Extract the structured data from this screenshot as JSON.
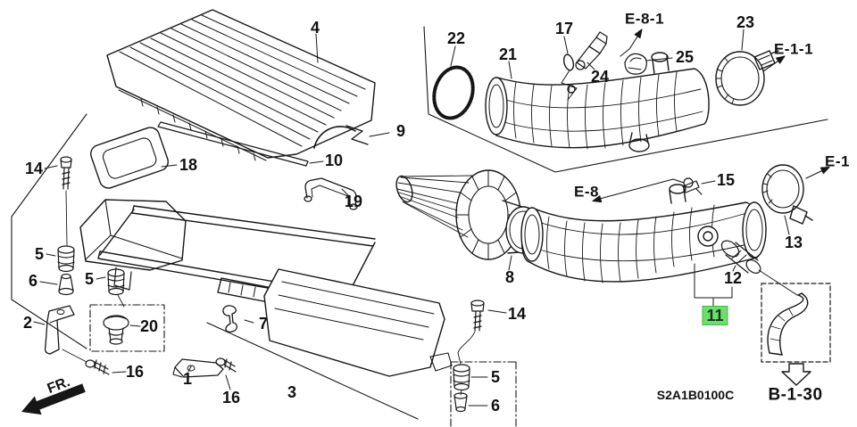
{
  "diagram_code": "S2A1B0100C",
  "fr_label": "FR.",
  "highlight_color": "#6fdc6f",
  "selected": {
    "text": "11"
  },
  "callouts": [
    {
      "text": "4"
    },
    {
      "text": "9"
    },
    {
      "text": "10"
    },
    {
      "text": "18"
    },
    {
      "text": "19"
    },
    {
      "text": "14"
    },
    {
      "text": "5"
    },
    {
      "text": "6"
    },
    {
      "text": "5"
    },
    {
      "text": "2"
    },
    {
      "text": "20"
    },
    {
      "text": "16"
    },
    {
      "text": "1"
    },
    {
      "text": "16"
    },
    {
      "text": "3"
    },
    {
      "text": "7"
    },
    {
      "text": "22"
    },
    {
      "text": "21"
    },
    {
      "text": "17"
    },
    {
      "text": "24"
    },
    {
      "text": "25"
    },
    {
      "text": "23"
    },
    {
      "text": "15"
    },
    {
      "text": "13"
    },
    {
      "text": "12"
    },
    {
      "text": "8"
    },
    {
      "text": "14"
    },
    {
      "text": "5"
    },
    {
      "text": "6"
    }
  ],
  "refs": [
    {
      "text": "E-8-1"
    },
    {
      "text": "E-1-1"
    },
    {
      "text": "E-1"
    },
    {
      "text": "E-8"
    },
    {
      "text": "B-1-30"
    }
  ]
}
